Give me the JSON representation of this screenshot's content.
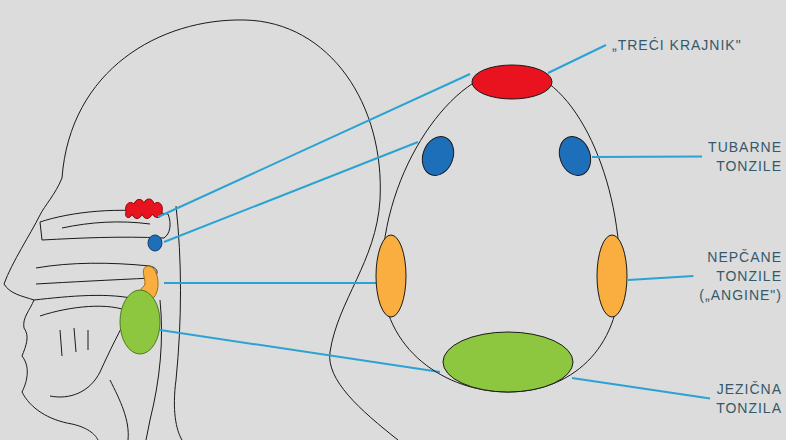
{
  "diagram": {
    "labels": [
      "„TREĆI KRAJNIK\"",
      "TUBARNE TONZILE",
      "NEPČANE TONZILE („ANGINE\")",
      "JEZIČNA TONZILA"
    ]
  }
}
